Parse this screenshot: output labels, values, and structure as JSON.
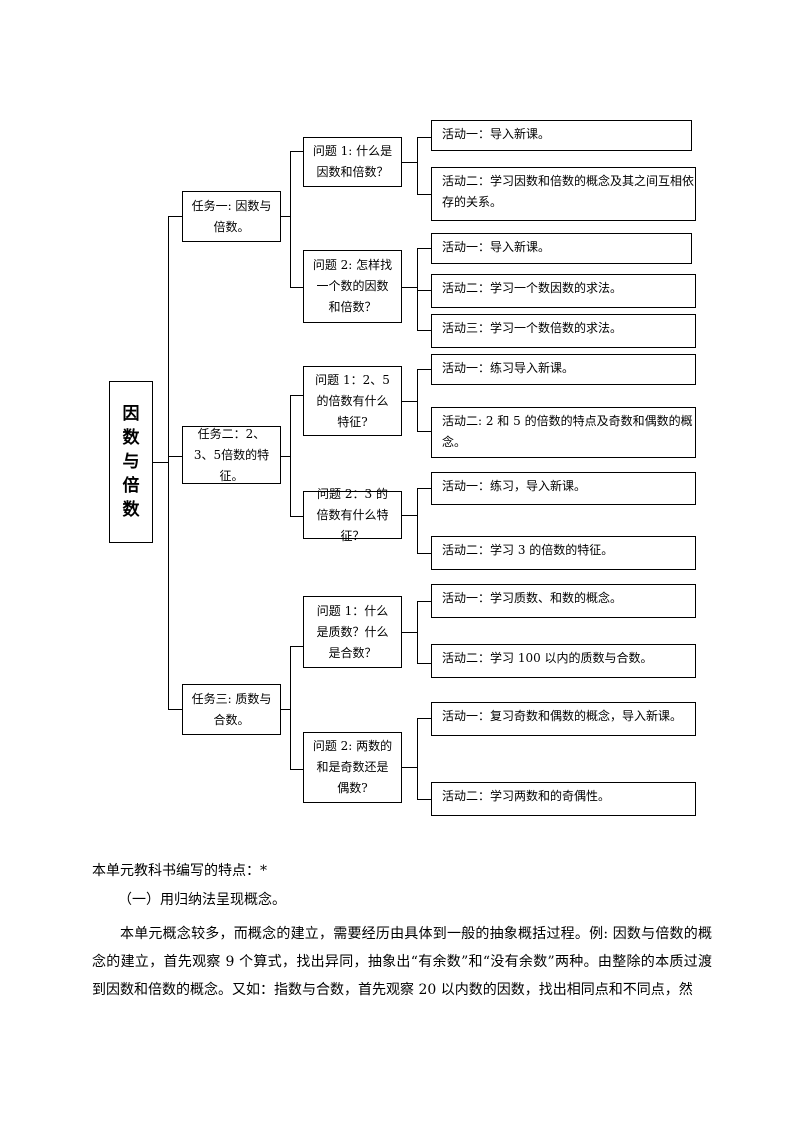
{
  "root": {
    "chars": [
      "因",
      "数",
      "与",
      "倍",
      "数"
    ]
  },
  "tasks": [
    {
      "label": "任务一: 因数与倍数。"
    },
    {
      "label": "任务二：2、3、5倍数的特征。"
    },
    {
      "label": "任务三: 质数与合数。"
    }
  ],
  "questions": [
    {
      "label": "问题 1: 什么是因数和倍数？"
    },
    {
      "label": "问题 2: 怎样找一个数的因数和倍数？"
    },
    {
      "label": "问题 1：2、5 的倍数有什么特征?"
    },
    {
      "label": "问题 2：3 的倍数有什么特征？"
    },
    {
      "label": "问题 1：什么是质数？什么是合数？"
    },
    {
      "label": "问题 2: 两数的和是奇数还是偶数?"
    }
  ],
  "activities": [
    {
      "label": "活动一：导入新课。"
    },
    {
      "label": "活动二：学习因数和倍数的概念及其之间互相依存的关系。"
    },
    {
      "label": "活动一：导入新课。"
    },
    {
      "label": "活动二：学习一个数因数的求法。"
    },
    {
      "label": "活动三：学习一个数倍数的求法。"
    },
    {
      "label": "活动一：练习导入新课。"
    },
    {
      "label": "活动二: 2 和 5 的倍数的特点及奇数和偶数的概念。"
    },
    {
      "label": "活动一：练习，导入新课。"
    },
    {
      "label": "活动二：学习 3 的倍数的特征。"
    },
    {
      "label": "活动一：学习质数、和数的概念。"
    },
    {
      "label": "活动二：学习 100 以内的质数与合数。"
    },
    {
      "label": "活动一：复习奇数和偶数的概念，导入新课。"
    },
    {
      "label": "活动二：学习两数和的奇偶性。"
    }
  ],
  "text": {
    "heading": "本单元教科书编写的特点：*",
    "subheading": "（一）用归纳法呈现概念。",
    "paragraph": "本单元概念较多，而概念的建立，需要经历由具体到一般的抽象概括过程。例: 因数与倍数的概念的建立，首先观察 9 个算式，找出异同，抽象出“有余数”和“没有余数”两种。由整除的本质过渡到因数和倍数的概念。又如：指数与合数，首先观察 20 以内数的因数，找出相同点和不同点，然"
  }
}
